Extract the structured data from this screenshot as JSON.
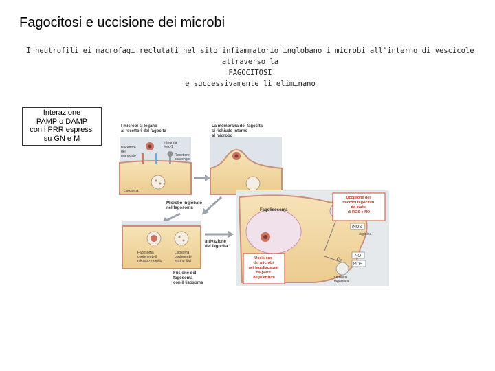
{
  "title": "Fagocitosi e uccisione dei microbi",
  "intro": {
    "line1": "I neutrofili ei macrofagi reclutati nel sito infiammatorio inglobano i microbi all'interno di vescicole attraverso la",
    "line2": "FAGOCITOSI",
    "line3": "e successivamente li eliminano"
  },
  "note_box": {
    "lines": [
      "Interazione",
      "PAMP o DAMP",
      "con i PRR espressi",
      "su GN e M"
    ]
  },
  "figure": {
    "panel1": {
      "caption": [
        "I microbi si legano",
        "ai recettori del fagocita"
      ],
      "labels": {
        "receptor": [
          "Recettore",
          "del",
          "mannosio"
        ],
        "integrin": [
          "Integrina",
          "Mac-1"
        ],
        "scavenger": [
          "Recettore",
          "scavenger"
        ],
        "lysosome": "Lisosoma"
      }
    },
    "panel2": {
      "caption": [
        "La membrana del fagocita",
        "si richiude intorno",
        "al microbo"
      ]
    },
    "panel3": {
      "caption": [
        "Microbo inglobato",
        "nel fagosoma"
      ]
    },
    "panel4": {
      "labels": {
        "phagosome": [
          "Fagosoma",
          "contenente il",
          "microbo ingerito"
        ],
        "lysosome": [
          "Lisosoma",
          "contenente",
          "enzimi litici"
        ]
      },
      "fusion": [
        "Fusione del",
        "fagosoma",
        "con il lisosoma"
      ],
      "activation": [
        "attivazione",
        "del fagocita"
      ]
    },
    "panel5": {
      "phagolysosome": "Fagolisosoma",
      "killing_ros": [
        "Uccisione dei",
        "microbi fagocitati",
        "da parte",
        "di ROS e NO"
      ],
      "inos": "iNOS",
      "arginine": "Arginina",
      "no": "NO",
      "ros": "ROS",
      "o2": "O₂",
      "oxidase": [
        "Ossidasi",
        "fagocitica"
      ],
      "killing_enzymes": [
        "Uccisione",
        "dei microbi",
        "nei fagolisosomi",
        "da parte",
        "degli enzimi"
      ]
    }
  }
}
